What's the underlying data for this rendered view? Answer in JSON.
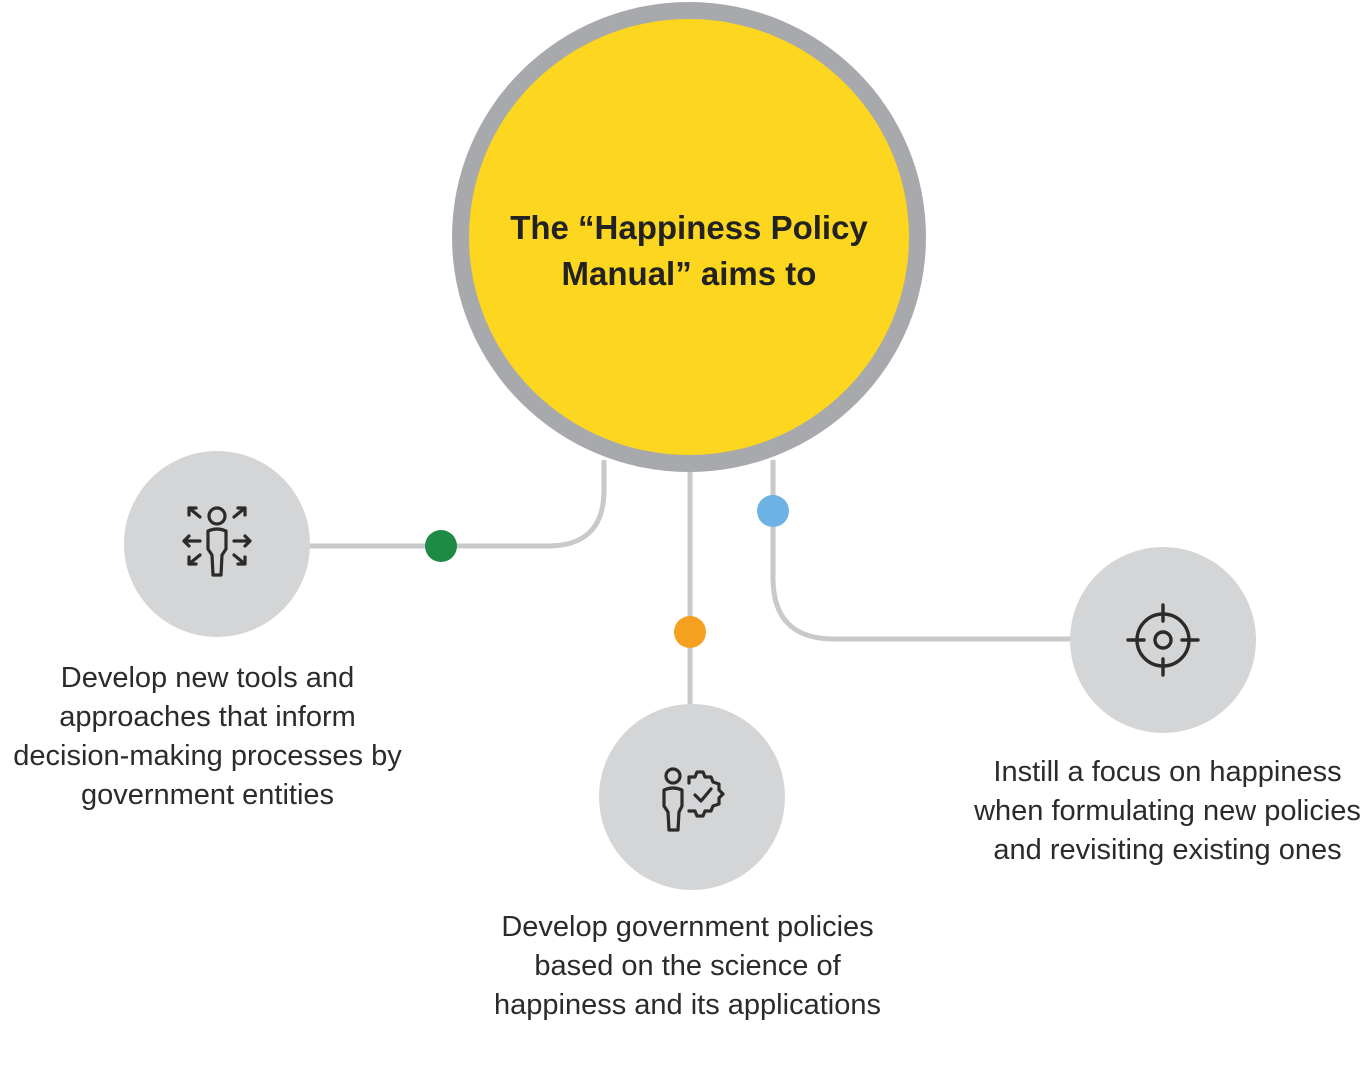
{
  "title": "The “Happiness Policy Manual” aims to",
  "colors": {
    "ring": "#a7a9ac",
    "core": "#fdd61f",
    "node_fill": "#d4d5d6",
    "connector": "#c8c9ca",
    "dot_green": "#1f8a45",
    "dot_orange": "#f5a01f",
    "dot_blue": "#6cb2e4",
    "icon_stroke": "#2b2b2b"
  },
  "items": [
    {
      "text": "Develop new tools and approaches that inform decision-making processes by government entities",
      "icon": "person-arrows-icon",
      "dot_color": "green"
    },
    {
      "text": "Develop government policies based on the science of happiness and its applications",
      "icon": "person-gear-check-icon",
      "dot_color": "orange"
    },
    {
      "text": "Instill a focus on happiness when formulating new policies and revisiting existing ones",
      "icon": "target-crosshair-icon",
      "dot_color": "blue"
    }
  ]
}
